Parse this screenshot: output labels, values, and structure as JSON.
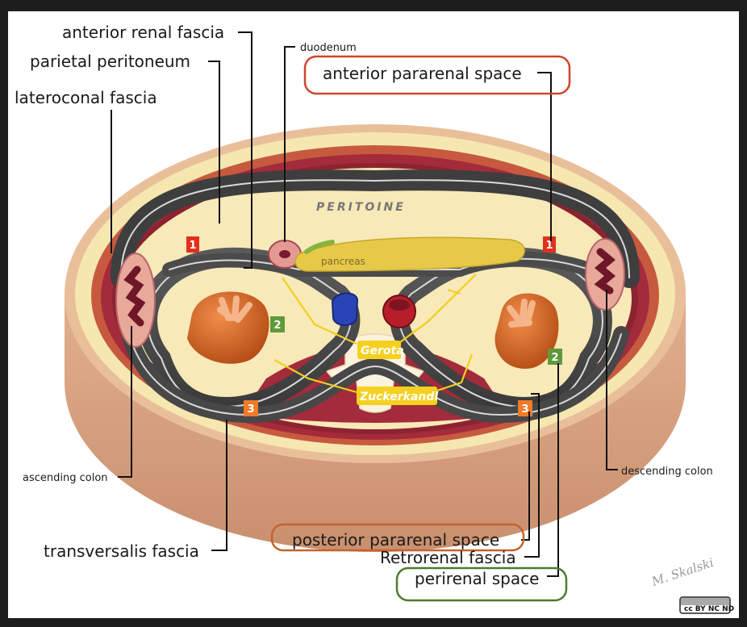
{
  "labels": {
    "anterior_renal_fascia": "anterior renal fascia",
    "parietal_peritoneum": "parietal peritoneum",
    "lateroconal_fascia": "lateroconal fascia",
    "duodenum": "duodenum",
    "anterior_pararenal_space": "anterior pararenal space",
    "peritoine": "PERITOINE",
    "pancreas": "pancreas",
    "gerota": "Gerota",
    "zuckerkandl": "Zuckerkandl",
    "ascending_colon": "ascending colon",
    "descending_colon": "descending colon",
    "transversalis_fascia": "transversalis fascia",
    "posterior_pararenal_space": "posterior pararenal space",
    "retrorenal_fascia": "Retrorenal fascia",
    "perirenal_space": "perirenal space",
    "signature": "M. Skalski",
    "license": "cc BY NC ND"
  },
  "markers": {
    "left_1": "1",
    "right_1": "1",
    "left_2": "2",
    "right_2": "2",
    "left_3": "3",
    "right_3": "3"
  },
  "colors": {
    "anterior_pararenal_highlight": "#d2452b",
    "posterior_pararenal_highlight": "#c4622d",
    "perirenal_highlight": "#4f7a30",
    "marker_1": "#e0301e",
    "marker_2": "#5f9a3a",
    "marker_3": "#f07b2a",
    "fascia_label": "#f5d020"
  }
}
